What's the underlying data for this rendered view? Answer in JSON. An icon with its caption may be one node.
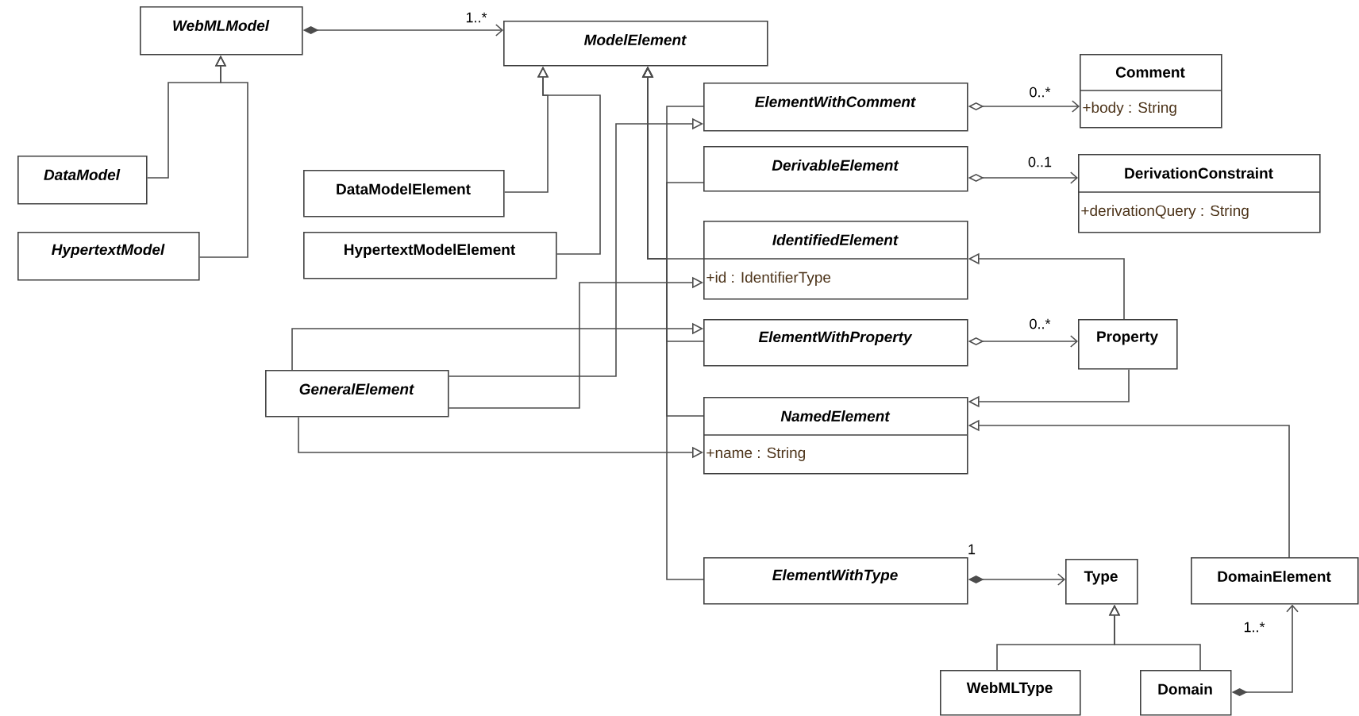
{
  "diagram": {
    "nodes": [
      {
        "text": [
          "WebMLModel"
        ]
      },
      {
        "text": [
          "ModelElement"
        ]
      },
      {
        "text": [
          "DataModel"
        ]
      },
      {
        "text": [
          "HypertextModel"
        ]
      },
      {
        "text": [
          "DataModelElement"
        ]
      },
      {
        "text": [
          "HypertextModelElement"
        ]
      },
      {
        "text": [
          "ElementWithComment"
        ]
      },
      {
        "text": [
          "Comment",
          "+body : String"
        ]
      },
      {
        "text": [
          "DerivableElement"
        ]
      },
      {
        "text": [
          "DerivationConstraint",
          "+derivationQuery : String"
        ]
      },
      {
        "text": [
          "IdentifiedElement",
          "+id : IdentifierType"
        ]
      },
      {
        "text": [
          "ElementWithProperty"
        ]
      },
      {
        "text": [
          "Property"
        ]
      },
      {
        "text": [
          "GeneralElement"
        ]
      },
      {
        "text": [
          "NamedElement",
          "+name : String"
        ]
      },
      {
        "text": [
          "ElementWithType"
        ]
      },
      {
        "text": [
          "Type"
        ]
      },
      {
        "text": [
          "DomainElement"
        ]
      },
      {
        "text": [
          "WebMLType"
        ]
      },
      {
        "text": [
          "Domain"
        ]
      }
    ],
    "edges": [
      {
        "from": 0,
        "to": 1,
        "arrow": "to",
        "label": "1..*"
      },
      {
        "from": 2,
        "to": 0,
        "arrow": "to"
      },
      {
        "from": 3,
        "to": 0,
        "arrow": "to"
      },
      {
        "from": 4,
        "to": 1,
        "arrow": "to"
      },
      {
        "from": 5,
        "to": 1,
        "arrow": "to"
      },
      {
        "from": 6,
        "to": 1,
        "arrow": "to"
      },
      {
        "from": 8,
        "to": 1,
        "arrow": "to"
      },
      {
        "from": 10,
        "to": 1,
        "arrow": "to"
      },
      {
        "from": 11,
        "to": 1,
        "arrow": "to"
      },
      {
        "from": 14,
        "to": 1,
        "arrow": "to"
      },
      {
        "from": 15,
        "to": 1,
        "arrow": "to"
      },
      {
        "from": 13,
        "to": 6,
        "arrow": "to"
      },
      {
        "from": 13,
        "to": 10,
        "arrow": "to"
      },
      {
        "from": 13,
        "to": 11,
        "arrow": "to"
      },
      {
        "from": 13,
        "to": 14,
        "arrow": "to"
      },
      {
        "from": 6,
        "to": 7,
        "arrow": "to",
        "label": "0..*"
      },
      {
        "from": 8,
        "to": 9,
        "arrow": "to",
        "label": "0..1"
      },
      {
        "from": 11,
        "to": 12,
        "arrow": "to",
        "label": "0..*"
      },
      {
        "from": 12,
        "to": 10,
        "arrow": "to"
      },
      {
        "from": 12,
        "to": 14,
        "arrow": "to"
      },
      {
        "from": 17,
        "to": 14,
        "arrow": "to"
      },
      {
        "from": 15,
        "to": 16,
        "arrow": "to",
        "label": "1"
      },
      {
        "from": 18,
        "to": 16,
        "arrow": "to"
      },
      {
        "from": 19,
        "to": 16,
        "arrow": "to"
      },
      {
        "from": 19,
        "to": 17,
        "arrow": "to",
        "label": "1..*"
      }
    ]
  }
}
